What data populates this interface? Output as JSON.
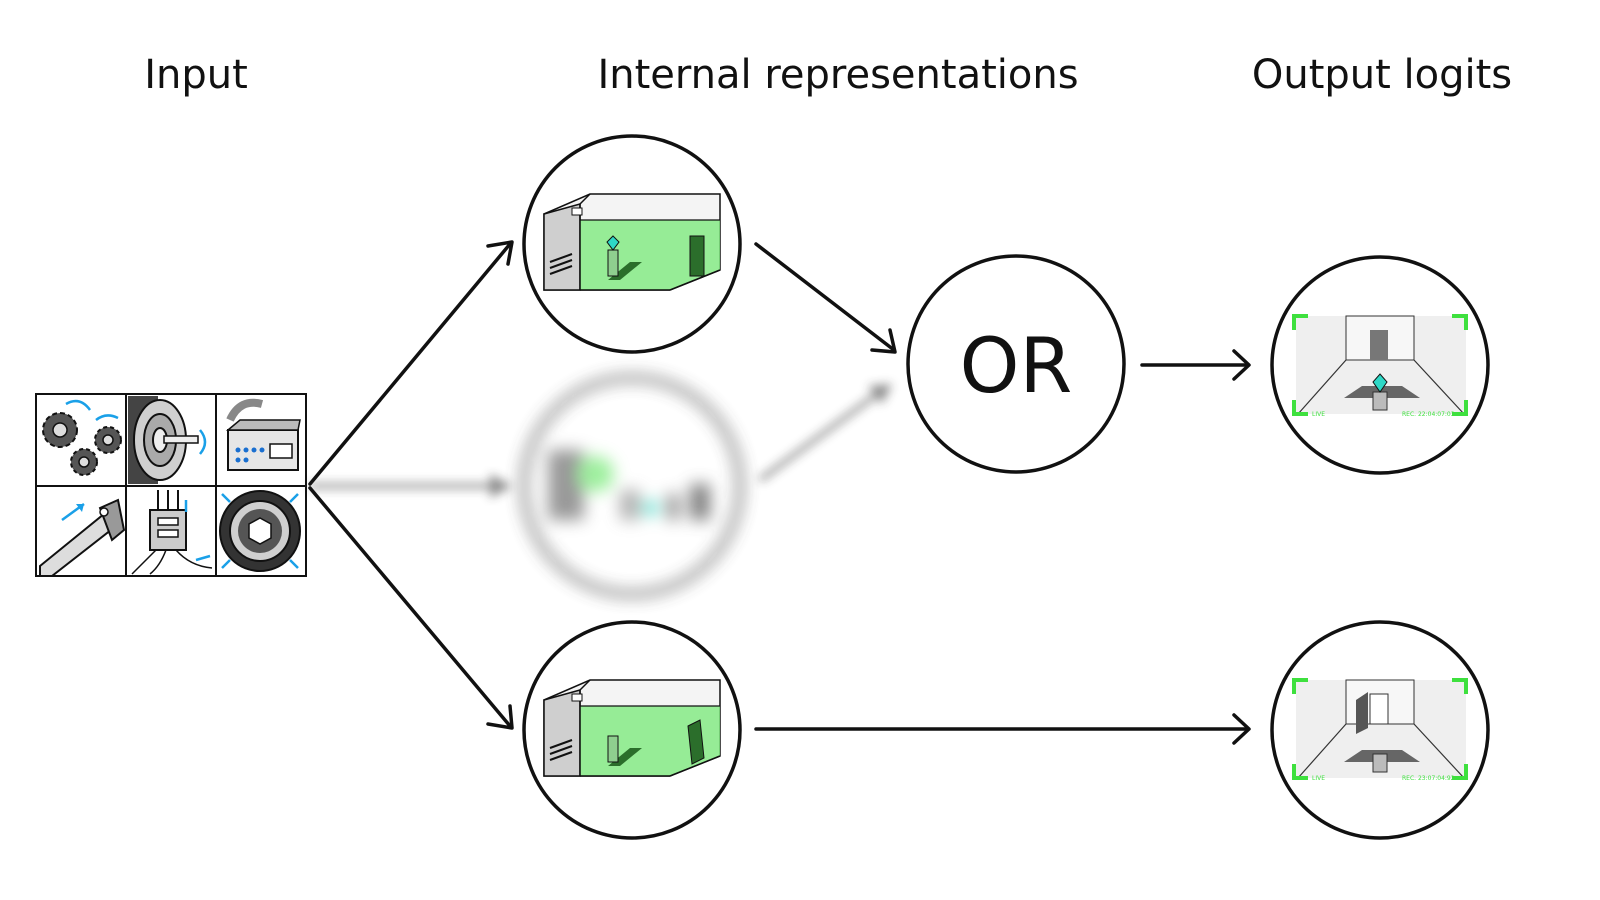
{
  "headings": {
    "input": "Input",
    "internal": "Internal representations",
    "output": "Output logits"
  },
  "operator": {
    "label": "OR"
  },
  "logits": {
    "top": {
      "live": "LIVE",
      "rec": "REC. 22:04:07:03"
    },
    "bottom": {
      "live": "LIVE",
      "rec": "REC. 23:07:04:92"
    }
  },
  "colors": {
    "stroke": "#111111",
    "green_fill": "#7eea7e",
    "green_bracket": "#3ee03e",
    "icon_blue": "#1aa0e8",
    "gem": "#2ed8c6"
  }
}
